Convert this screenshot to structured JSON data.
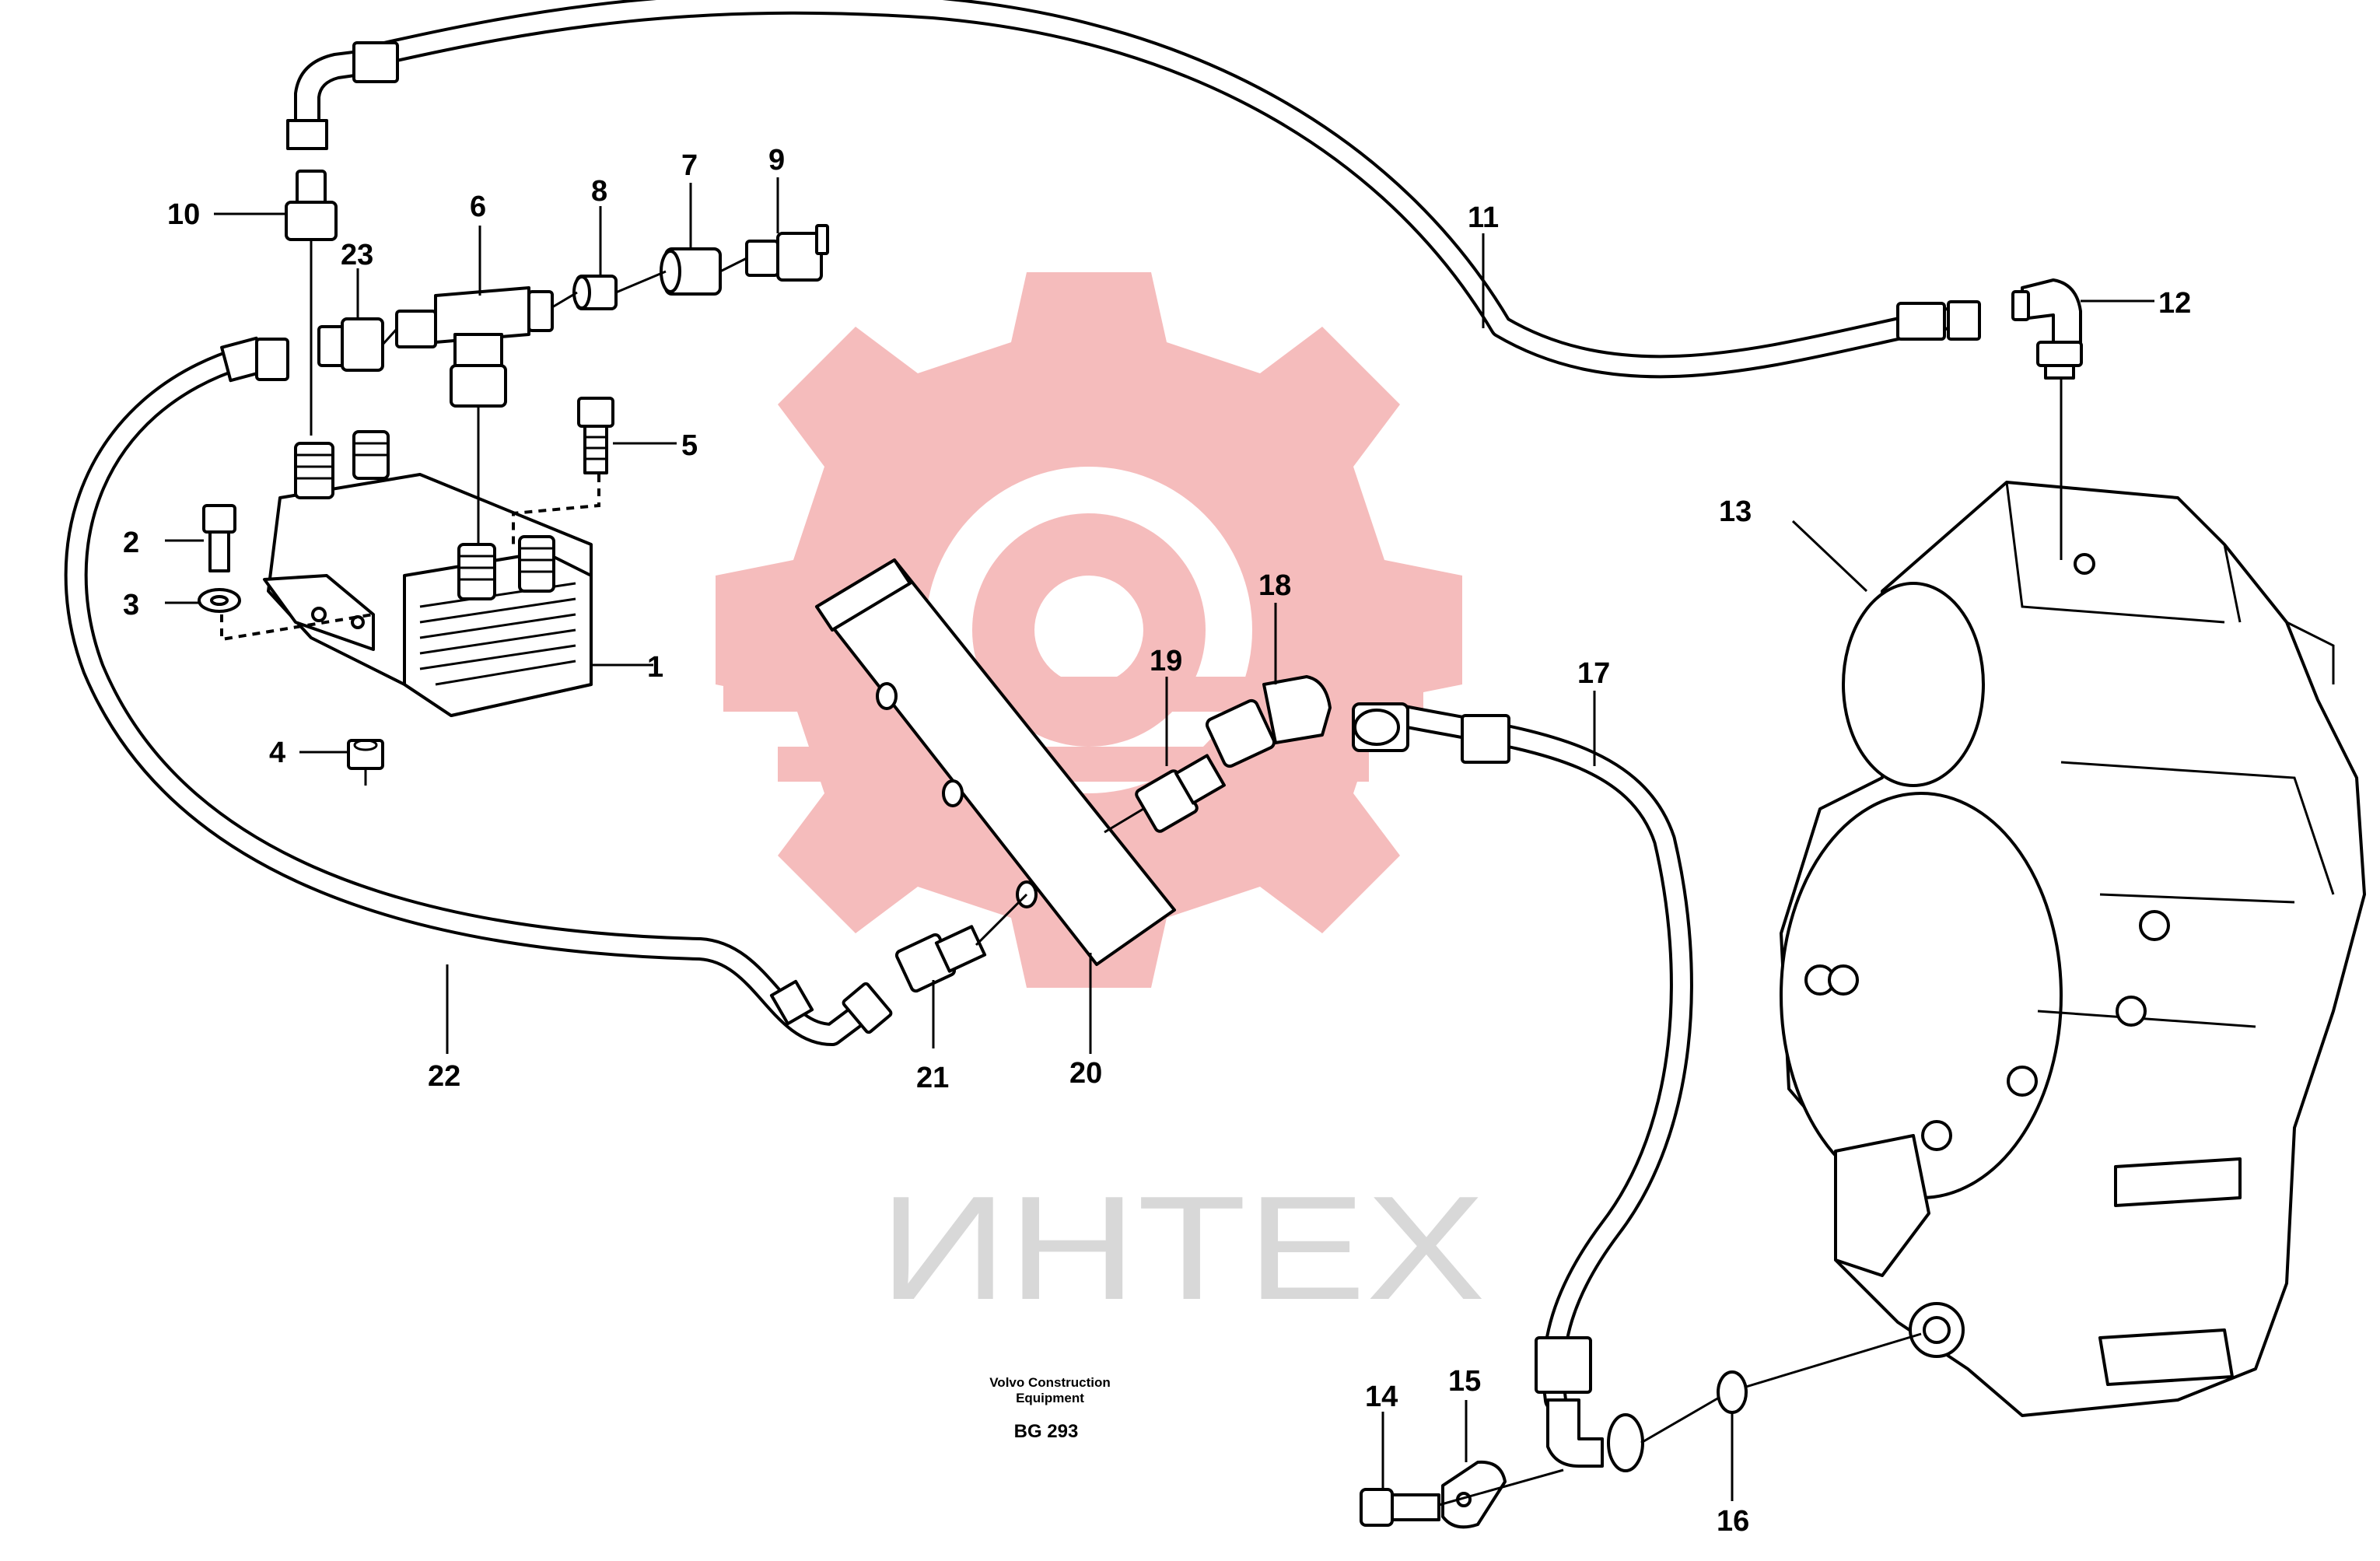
{
  "watermark": {
    "text": "ИНТЕХ",
    "logo": "gear-logo",
    "logo_color": "#f2a6a6",
    "text_color": "#d8d8d8"
  },
  "callouts": {
    "c1": "1",
    "c2": "2",
    "c3": "3",
    "c4": "4",
    "c5": "5",
    "c6": "6",
    "c7": "7",
    "c8": "8",
    "c9": "9",
    "c10": "10",
    "c11": "11",
    "c12": "12",
    "c13": "13",
    "c14": "14",
    "c15": "15",
    "c16": "16",
    "c17": "17",
    "c18": "18",
    "c19": "19",
    "c20": "20",
    "c21": "21",
    "c22": "22",
    "c23": "23"
  },
  "footer": {
    "brand_line1": "Volvo Construction",
    "brand_line2": "Equipment",
    "code": "BG 293"
  }
}
